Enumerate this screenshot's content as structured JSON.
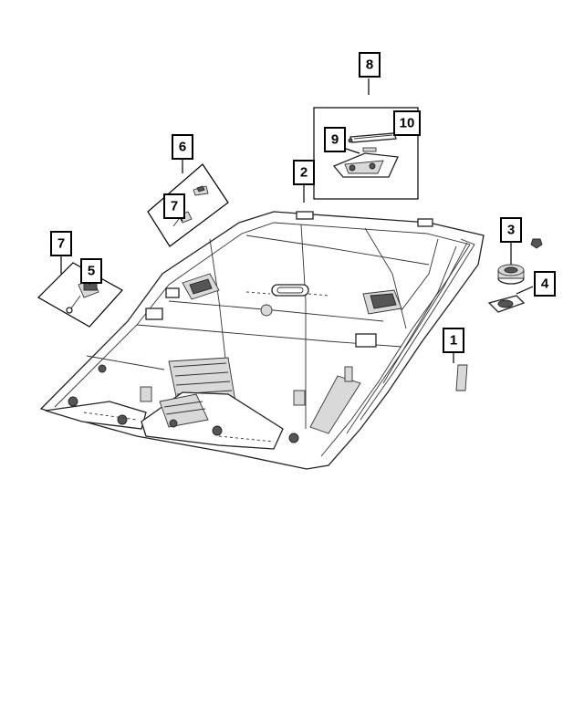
{
  "callouts": [
    {
      "id": "callout-1",
      "label": "1"
    },
    {
      "id": "callout-2",
      "label": "2"
    },
    {
      "id": "callout-3",
      "label": "3"
    },
    {
      "id": "callout-4",
      "label": "4"
    },
    {
      "id": "callout-5",
      "label": "5"
    },
    {
      "id": "callout-6",
      "label": "6"
    },
    {
      "id": "callout-7a",
      "label": "7"
    },
    {
      "id": "callout-7b",
      "label": "7"
    },
    {
      "id": "callout-8",
      "label": "8"
    },
    {
      "id": "callout-9",
      "label": "9"
    },
    {
      "id": "callout-10",
      "label": "10"
    }
  ]
}
